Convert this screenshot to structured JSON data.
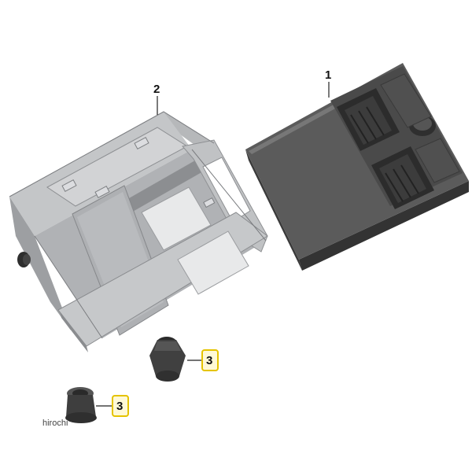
{
  "callouts": {
    "control_unit": "1",
    "bracket": "2",
    "grommet_a": "3",
    "grommet_b": "3"
  },
  "watermark": "hirochi",
  "colors": {
    "badge_border": "#e5c300",
    "badge_fill": "#fff9d6",
    "unit_dark": "#4a4a4a",
    "unit_face": "#5e5e5e",
    "bracket_light": "#c9cacb",
    "bracket_mid": "#a9abad",
    "bracket_dark": "#8a8c8f",
    "grommet": "#3f3f3f"
  }
}
